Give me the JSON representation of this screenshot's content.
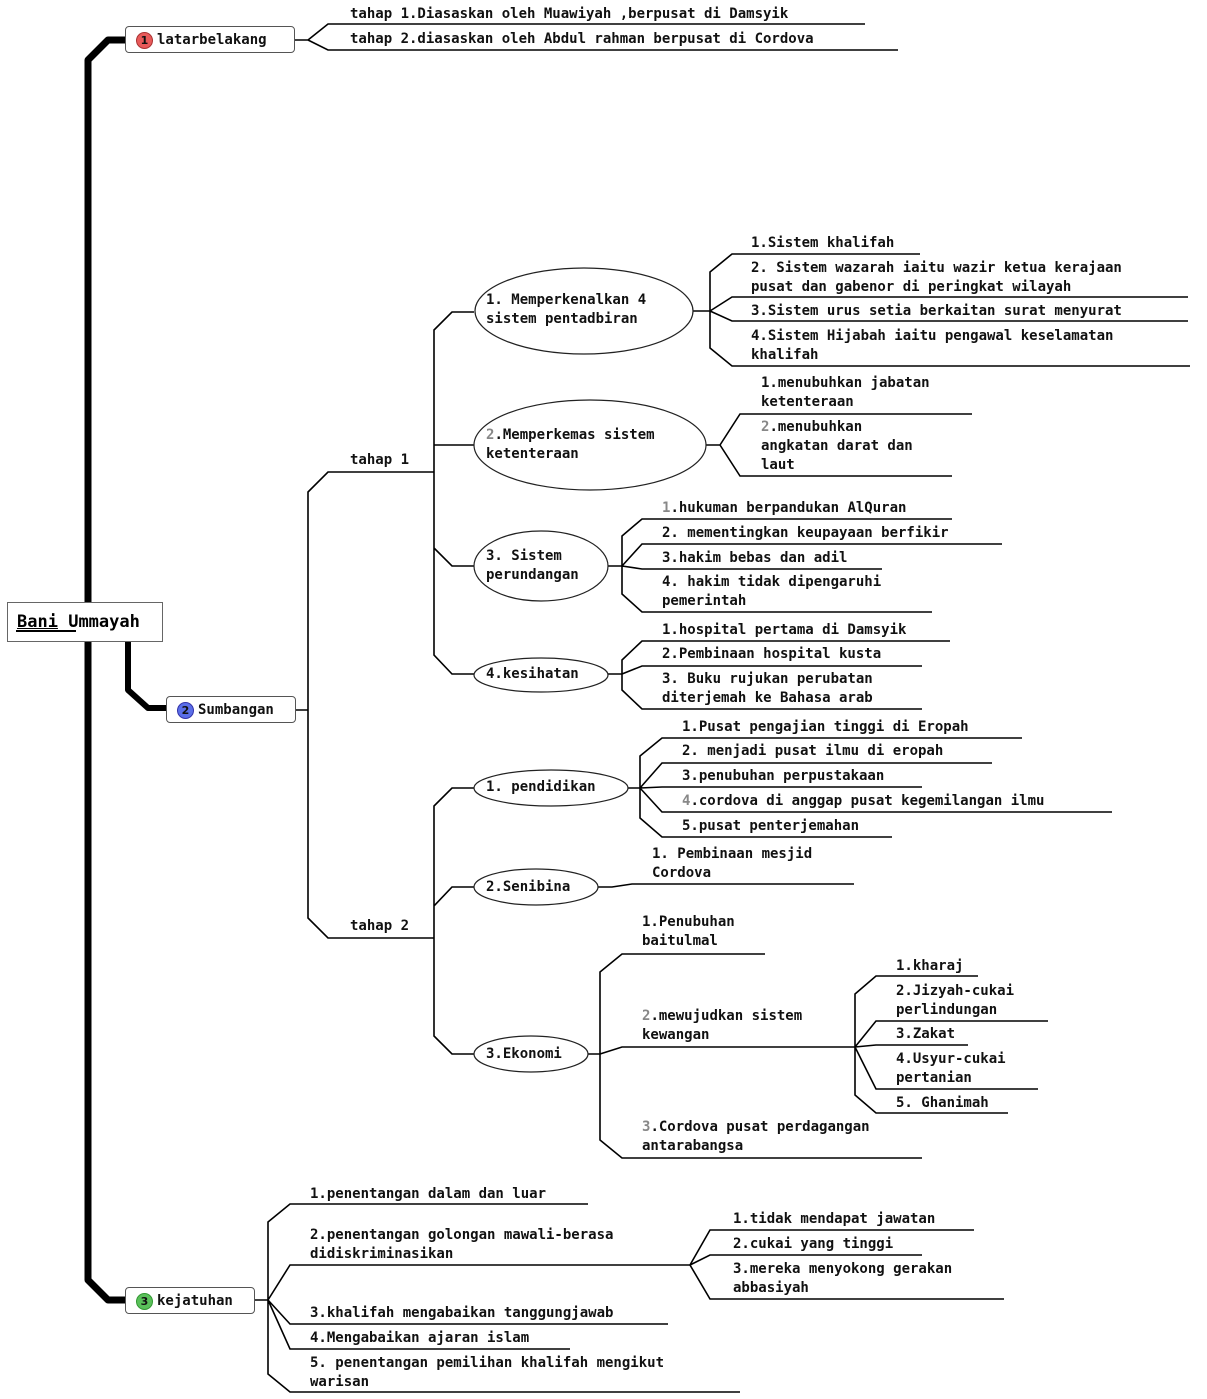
{
  "root": {
    "label_part1": "Bani",
    "label_part2": "Ummayah"
  },
  "colors": {
    "badge1": "#e85a5a",
    "badge2": "#5a6ee8",
    "badge3": "#5ac05a",
    "line": "#000000"
  },
  "b1": {
    "badge": "1",
    "label": "latarbelakang",
    "items": [
      "tahap 1.Diasaskan oleh Muawiyah ,berpusat di Damsyik",
      "tahap 2.diasaskan oleh Abdul rahman berpusat di Cordova"
    ]
  },
  "b2": {
    "badge": "2",
    "label": "Sumbangan",
    "t1": {
      "label": "tahap 1",
      "n1": {
        "l1": "1. Memperkenalkan 4",
        "l2": "sistem pentadbiran",
        "items": [
          [
            "1.Sistem khalifah"
          ],
          [
            "2. Sistem wazarah iaitu wazir ketua kerajaan",
            "pusat dan gabenor di peringkat wilayah"
          ],
          [
            "3.Sistem urus setia berkaitan surat menyurat"
          ],
          [
            "4.Sistem Hijabah iaitu pengawal keselamatan",
            "khalifah"
          ]
        ]
      },
      "n2": {
        "num": "2",
        "l1": ".Memperkemas sistem",
        "l2": "ketenteraan",
        "i1": [
          "1.menubuhkan jabatan",
          "ketenteraan"
        ],
        "i2num": "2",
        "i2": [
          ".menubuhkan",
          "angkatan darat dan",
          "laut"
        ]
      },
      "n3": {
        "l1": "3. Sistem",
        "l2": "perundangan",
        "i1num": "1",
        "i1": ".hukuman berpandukan AlQuran",
        "i2": "2. mementingkan keupayaan berfikir",
        "i3": "3.hakim bebas dan adil",
        "i4": [
          "4. hakim tidak dipengaruhi",
          "pemerintah"
        ]
      },
      "n4": {
        "label": "4.kesihatan",
        "items": [
          [
            "1.hospital pertama di Damsyik"
          ],
          [
            "2.Pembinaan hospital kusta"
          ],
          [
            "3. Buku rujukan perubatan",
            "diterjemah ke Bahasa arab"
          ]
        ]
      }
    },
    "t2": {
      "label": "tahap 2",
      "n1": {
        "label": "1. pendidikan",
        "i1": "1.Pusat pengajian tinggi di Eropah",
        "i2": "2. menjadi pusat ilmu di eropah",
        "i3": "3.penubuhan perpustakaan",
        "i4num": "4",
        "i4": ".cordova di anggap pusat kegemilangan ilmu",
        "i5": "5.pusat penterjemahan"
      },
      "n2": {
        "label": "2.Senibina",
        "i1": [
          "1. Pembinaan mesjid",
          "Cordova"
        ]
      },
      "n3": {
        "label": "3.Ekonomi",
        "i1": [
          "1.Penubuhan",
          "baitulmal"
        ],
        "i2num": "2",
        "i2": [
          ".mewujudkan sistem",
          "kewangan"
        ],
        "i2sub": [
          [
            "1.kharaj"
          ],
          [
            "2.Jizyah-cukai",
            "perlindungan"
          ],
          [
            "3.Zakat"
          ],
          [
            "4.Usyur-cukai",
            "pertanian"
          ],
          [
            "5. Ghanimah"
          ]
        ],
        "i3num": "3",
        "i3": [
          ".Cordova pusat perdagangan",
          "antarabangsa"
        ]
      }
    }
  },
  "b3": {
    "badge": "3",
    "label": "kejatuhan",
    "i1": "1.penentangan dalam dan luar",
    "i2": [
      "2.penentangan golongan mawali-berasa",
      "didiskriminasikan"
    ],
    "i2sub": [
      [
        "1.tidak mendapat jawatan"
      ],
      [
        "2.cukai yang tinggi"
      ],
      [
        "3.mereka menyokong gerakan",
        "abbasiyah"
      ]
    ],
    "i3": "3.khalifah mengabaikan tanggungjawab",
    "i4": "4.Mengabaikan ajaran islam",
    "i5": [
      "5. penentangan pemilihan khalifah mengikut",
      "warisan"
    ]
  }
}
